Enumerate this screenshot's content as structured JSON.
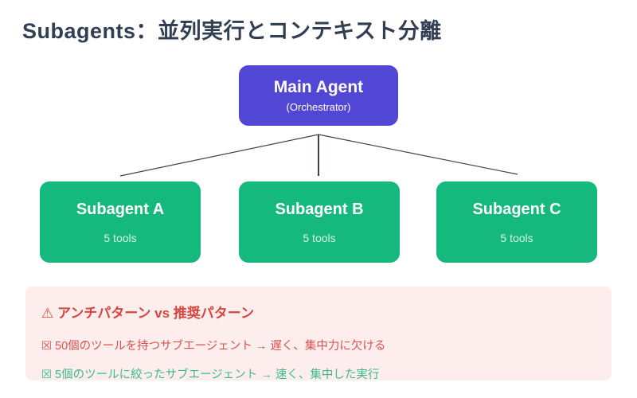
{
  "title": "Subagents：並列実行とコンテキスト分離",
  "main_agent": {
    "label": "Main Agent",
    "sublabel": "(Orchestrator)"
  },
  "subagents": [
    {
      "label": "Subagent A",
      "tools": "5 tools"
    },
    {
      "label": "Subagent B",
      "tools": "5 tools"
    },
    {
      "label": "Subagent C",
      "tools": "5 tools"
    }
  ],
  "warning": {
    "warning_icon": "⚠",
    "heading": "⚠ アンチパターン vs 推奨パターン",
    "anti_pattern": "☒ 50個のツールを持つサブエージェント → 遅く、集中力に欠ける",
    "recommended_pattern": "☒ 5個のツールに絞ったサブエージェント → 速く、集中した実行"
  },
  "colors": {
    "background": "#ffffff",
    "title_color": "#323e52",
    "main_agent_bg": "#5247d5",
    "subagent_bg": "#15b87d",
    "tools_color": "#daf3e8",
    "warning_bg": "#fdedec",
    "warning_heading_color": "#d7453f",
    "bad_color": "#d9534f",
    "good_color": "#3aba8c",
    "connector_color": "#3a4454"
  }
}
